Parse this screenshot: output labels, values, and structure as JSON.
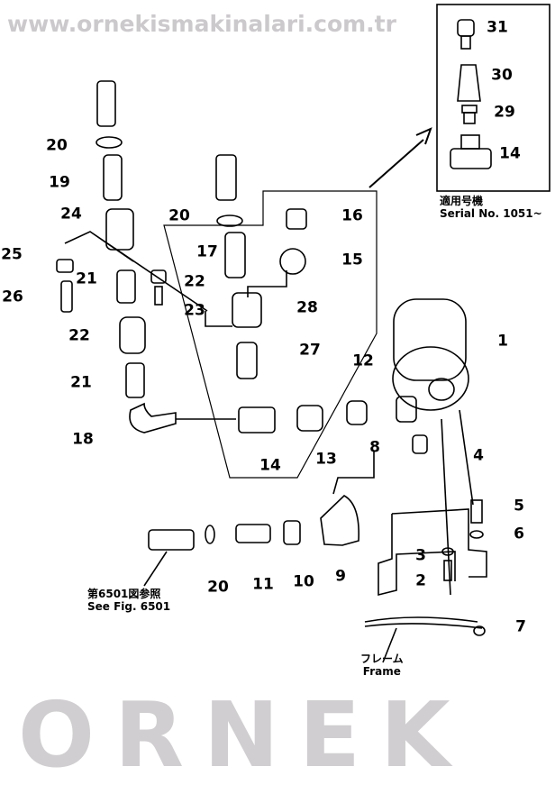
{
  "watermark": {
    "brand": "ORNEK",
    "url": "www.ornekismakinalari.com.tr"
  },
  "inset": {
    "serial_jp": "適用号機",
    "serial_en": "Serial No. 1051~"
  },
  "notes": {
    "see_fig_jp": "第6501図参照",
    "see_fig_en": "See Fig. 6501",
    "frame_jp": "フレーム",
    "frame_en": "Frame"
  },
  "callouts": [
    "31",
    "30",
    "29",
    "14",
    "20",
    "19",
    "24",
    "25",
    "21",
    "26",
    "22",
    "21",
    "18",
    "20",
    "16",
    "17",
    "15",
    "22",
    "23",
    "28",
    "27",
    "12",
    "1",
    "14",
    "13",
    "8",
    "4",
    "5",
    "6",
    "3",
    "2",
    "20",
    "11",
    "10",
    "9",
    "7"
  ]
}
